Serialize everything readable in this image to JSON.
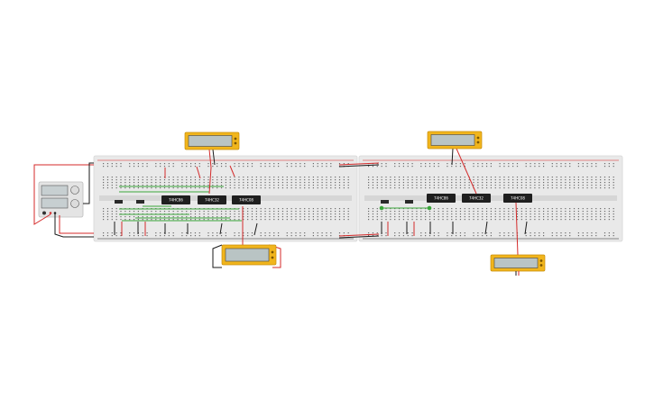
{
  "colors": {
    "background": "#ffffff",
    "breadboard": "#e9e9e9",
    "breadboard_edge": "#d6d6d6",
    "hole": "#6b6b6b",
    "rail_red": "#d81b1b",
    "rail_black": "#222222",
    "wire_red": "#d42a2a",
    "wire_black": "#1a1a1a",
    "wire_green": "#3aa63a",
    "chip": "#1f1f1f",
    "multimeter_body": "#f1b51c",
    "multimeter_screen": "#b9c4c4",
    "psu_body": "#e4e4e4",
    "psu_screen": "#c7cfd1"
  },
  "breadboards": [
    {
      "name": "breadboard-left",
      "chips": [
        {
          "label": "74HC86"
        },
        {
          "label": "74HC32"
        },
        {
          "label": "74HC08"
        }
      ]
    },
    {
      "name": "breadboard-right",
      "chips": [
        {
          "label": "74HC86"
        },
        {
          "label": "74HC32"
        },
        {
          "label": "74HC08"
        }
      ]
    }
  ],
  "multimeters": [
    {
      "name": "multimeter-top-left"
    },
    {
      "name": "multimeter-bottom-left"
    },
    {
      "name": "multimeter-top-right"
    },
    {
      "name": "multimeter-bottom-right"
    }
  ],
  "power_supply": {
    "name": "power-supply"
  },
  "icons": {
    "multimeter": "multimeter-icon",
    "power_supply": "power-supply-icon",
    "chip": "ic-chip-icon"
  }
}
